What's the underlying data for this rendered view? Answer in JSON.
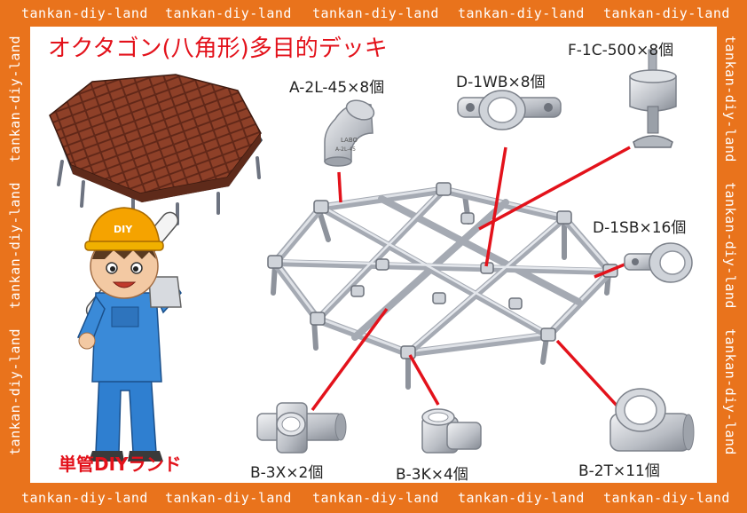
{
  "title": "オクタゴン(八角形)多目的デッキ",
  "brand": "単管DIYランド",
  "watermark": "tankan-diy-land",
  "parts": [
    {
      "code": "A-2L-45×8個"
    },
    {
      "code": "D-1WB×8個"
    },
    {
      "code": "F-1C-500×8個"
    },
    {
      "code": "D-1SB×16個"
    },
    {
      "code": "B-3X×2個"
    },
    {
      "code": "B-3K×4個"
    },
    {
      "code": "B-2T×11個"
    }
  ],
  "elbow_mark": "LABO",
  "elbow_mark2": "A-2L-45",
  "helmet_text": "DIY",
  "colors": {
    "border": "#e9731c",
    "title": "#e3121b",
    "pipe": "#b8bcc4",
    "leader": "#e3121b"
  }
}
